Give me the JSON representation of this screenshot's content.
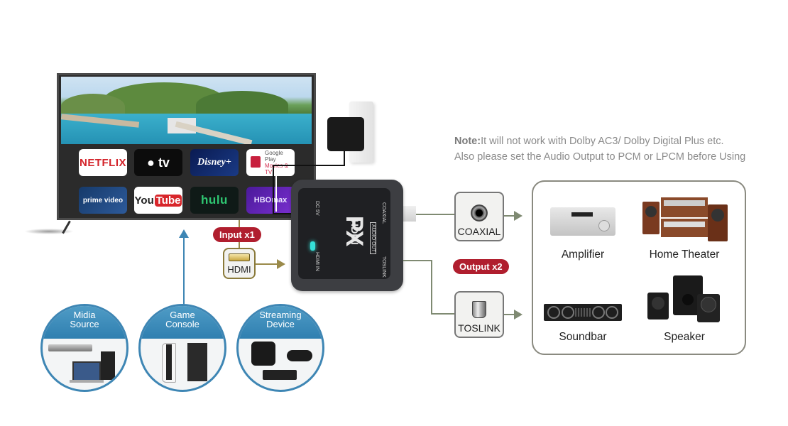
{
  "note": {
    "prefix": "Note:",
    "line1": "It will not work with Dolby AC3/ Dolby Digital Plus etc.",
    "line2": "Also please set the Audio Output to PCM or LPCM before Using"
  },
  "tv": {
    "apps": [
      {
        "id": "netflix",
        "label": "NETFLIX"
      },
      {
        "id": "appletv",
        "label": "tv"
      },
      {
        "id": "disney",
        "label": "Disney+"
      },
      {
        "id": "googleplay",
        "label": "Google Play",
        "sublabel": "Movies & TV"
      },
      {
        "id": "prime",
        "label": "prime video"
      },
      {
        "id": "youtube",
        "label": "You",
        "label2": "Tube"
      },
      {
        "id": "hulu",
        "label": "hulu"
      },
      {
        "id": "hbomax",
        "label": "HBOmax"
      }
    ]
  },
  "converter": {
    "brand": "PX",
    "logo": "HDMI",
    "port_dc": "DC 5V",
    "port_hdmi_in": "HDMI IN",
    "port_audio_out": "AUDIO OUT",
    "port_coaxial": "COAXIAL",
    "port_toslink": "TOSLINK"
  },
  "input": {
    "badge": "Input x1",
    "port_label": "HDMI"
  },
  "output": {
    "badge": "Output x2",
    "ports": [
      {
        "label": "COAXIAL"
      },
      {
        "label": "TOSLINK"
      }
    ]
  },
  "devices": [
    {
      "label": "Amplifier"
    },
    {
      "label": "Home Theater"
    },
    {
      "label": "Soundbar"
    },
    {
      "label": "Speaker"
    }
  ],
  "sources": [
    {
      "line1": "Midia",
      "line2": "Source"
    },
    {
      "line1": "Game",
      "line2": "Console"
    },
    {
      "line1": "Streaming",
      "line2": "Device"
    }
  ],
  "colors": {
    "badge_red": "#b01e2e",
    "connector_green": "#7f8a72",
    "source_blue": "#3e86b4",
    "note_gray": "#8a8a8a"
  }
}
